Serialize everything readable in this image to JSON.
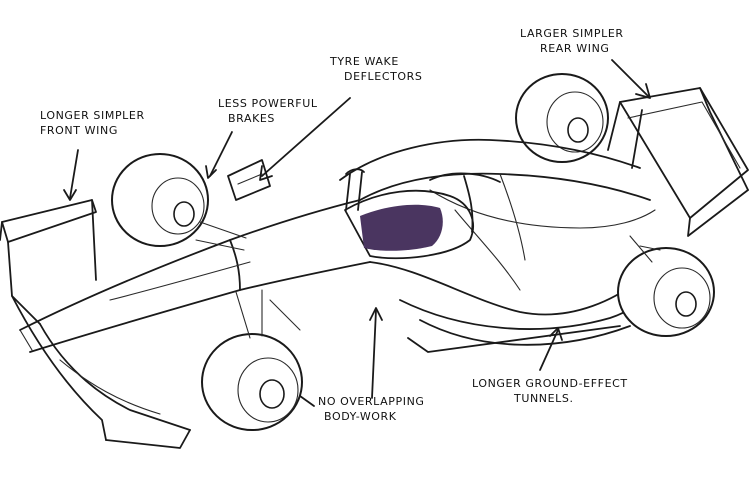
{
  "annotations": [
    {
      "id": "front-wing",
      "lines": [
        "Longer simpler",
        "front wing"
      ]
    },
    {
      "id": "brakes",
      "lines": [
        "Less powerful",
        "brakes"
      ]
    },
    {
      "id": "tyre-wake",
      "lines": [
        "Tyre wake",
        "deflectors"
      ]
    },
    {
      "id": "rear-wing",
      "lines": [
        "Larger simpler",
        "rear wing"
      ]
    },
    {
      "id": "ground-effect",
      "lines": [
        "Longer ground-effect",
        "tunnels."
      ]
    },
    {
      "id": "bodywork",
      "lines": [
        "No overlapping",
        "body-work"
      ]
    }
  ],
  "colors": {
    "ink": "#1a1a1a",
    "cockpit_shade": "#4a3560",
    "paper": "#ffffff"
  }
}
